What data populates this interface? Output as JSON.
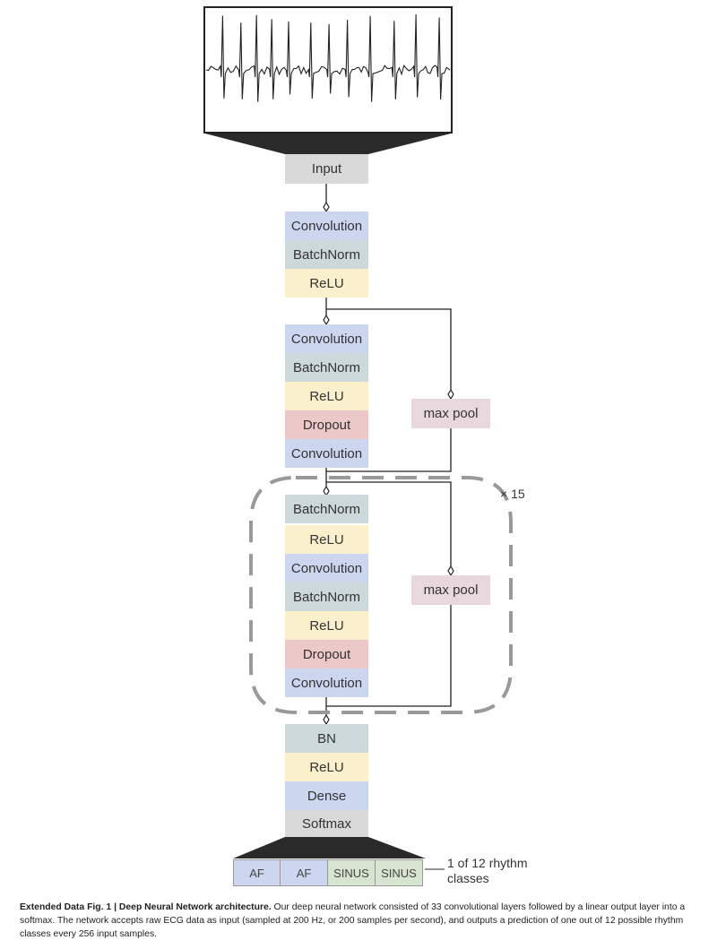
{
  "input_label": "Input",
  "block1": [
    "Convolution",
    "BatchNorm",
    "ReLU"
  ],
  "block2": [
    "Convolution",
    "BatchNorm",
    "ReLU",
    "Dropout",
    "Convolution"
  ],
  "block3": [
    "BatchNorm",
    "ReLU",
    "Convolution",
    "BatchNorm",
    "ReLU",
    "Dropout",
    "Convolution"
  ],
  "block4": [
    "BN",
    "ReLU",
    "Dense",
    "Softmax"
  ],
  "max_pool": "max pool",
  "repeat": "× 15",
  "outputs": [
    "AF",
    "AF",
    "SINUS",
    "SINUS"
  ],
  "output_note_line1": "1 of 12 rhythm",
  "output_note_line2": "classes",
  "caption": {
    "title": "Extended Data Fig. 1 | Deep Neural Network architecture.",
    "body": " Our deep neural network consisted of 33 convolutional layers followed by a linear output layer into a softmax. The network accepts raw ECG data as input (sampled at 200 Hz, or 200 samples per second), and outputs a prediction of one out of 12 possible rhythm classes every 256 input samples."
  }
}
